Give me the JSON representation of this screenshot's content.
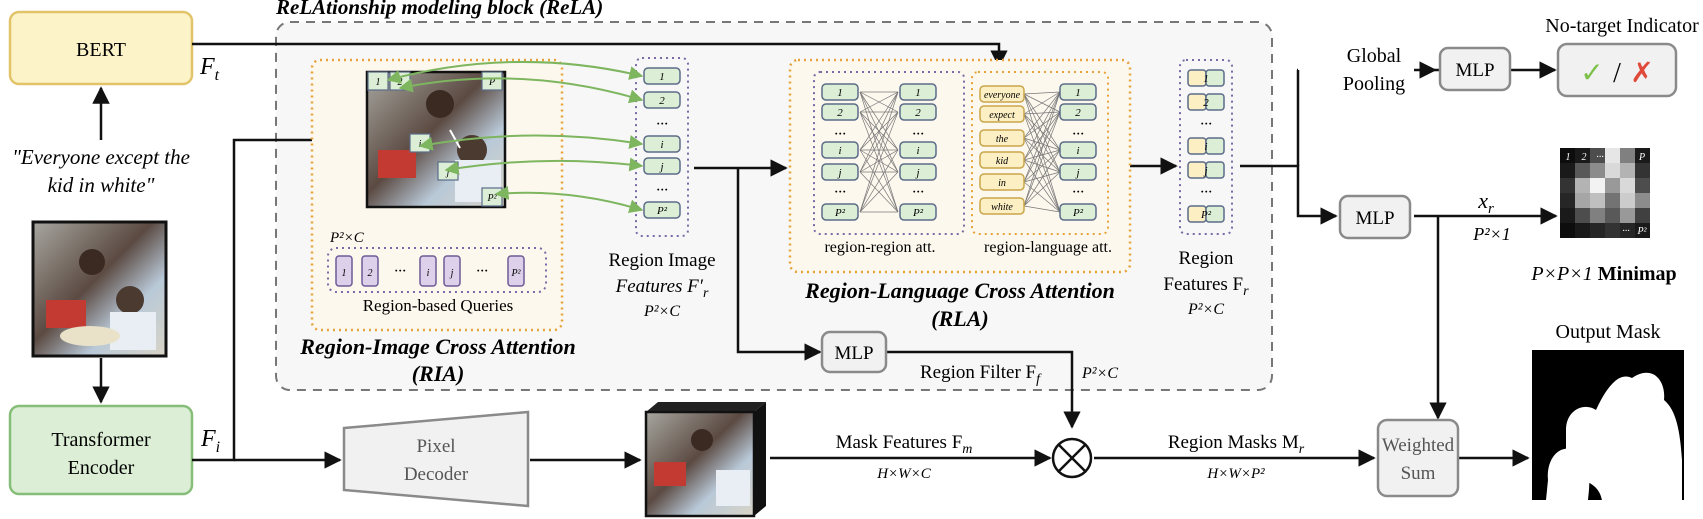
{
  "block_title": "ReLAtionship modeling block (ReLA)",
  "bert": {
    "label": "BERT",
    "output": "F",
    "output_sub": "t"
  },
  "query_text": {
    "line1": "\"Everyone except the",
    "line2": "kid in white\""
  },
  "encoder": {
    "line1": "Transformer",
    "line2": "Encoder",
    "output": "F",
    "output_sub": "i"
  },
  "pixel_decoder": {
    "line1": "Pixel",
    "line2": "Decoder"
  },
  "ria": {
    "title": "Region-Image Cross Attention",
    "abbr": "(RIA)",
    "queries_label": "Region-based Queries",
    "queries_shape": "P²×C",
    "queries": [
      "1",
      "2",
      "···",
      "i",
      "j",
      "···",
      "P²"
    ],
    "image_tags": [
      "1",
      "2",
      "P",
      "i",
      "j",
      "P²"
    ]
  },
  "region_image_features": {
    "line1": "Region Image",
    "line2": "Features F′",
    "sub": "r",
    "shape": "P²×C",
    "tokens": [
      "1",
      "2",
      "···",
      "i",
      "j",
      "···",
      "P²"
    ]
  },
  "rla": {
    "title": "Region-Language Cross Attention",
    "abbr": "(RLA)",
    "rr_label": "region-region att.",
    "rl_label": "region-language att.",
    "region_tokens": [
      "1",
      "2",
      "···",
      "i",
      "j",
      "···",
      "P²"
    ],
    "words": [
      "everyone",
      "expect",
      "the",
      "kid",
      "in",
      "white"
    ]
  },
  "region_features": {
    "line1": "Region",
    "line2": "Features F",
    "sub": "r",
    "shape": "P²×C",
    "tokens": [
      "1",
      "2",
      "···",
      "i",
      "j",
      "···",
      "P²"
    ]
  },
  "global_pooling": {
    "line1": "Global",
    "line2": "Pooling"
  },
  "mlp_label": "MLP",
  "no_target": {
    "title": "No-target Indicator",
    "check": "✓",
    "slash": "/",
    "cross": "✗"
  },
  "minimap": {
    "xr": "x",
    "xr_sub": "r",
    "shape": "P²×1",
    "caption_prefix": "P×P×1",
    "caption_bold": "Minimap",
    "tags": [
      "1",
      "2",
      "···",
      "P",
      "···",
      "P²"
    ],
    "cells": [
      0.05,
      0.1,
      0.3,
      0.9,
      0.5,
      0.1,
      0.1,
      0.35,
      0.55,
      0.85,
      0.7,
      0.2,
      0.2,
      0.7,
      0.95,
      0.6,
      0.85,
      0.3,
      0.15,
      0.65,
      0.75,
      0.45,
      0.8,
      0.55,
      0.1,
      0.3,
      0.5,
      0.35,
      0.6,
      0.25,
      0.05,
      0.1,
      0.15,
      0.2,
      0.15,
      0.1
    ]
  },
  "region_filter": {
    "label": "Region Filter F",
    "sub": "f",
    "shape": "P²×C"
  },
  "mask_features": {
    "label": "Mask Features F",
    "sub": "m",
    "shape": "H×W×C"
  },
  "region_masks": {
    "label": "Region Masks M",
    "sub": "r",
    "shape": "H×W×P²"
  },
  "weighted_sum": {
    "line1": "Weighted",
    "line2": "Sum"
  },
  "output_mask": {
    "title": "Output Mask"
  },
  "colors": {
    "bert_fill": "#fdf3c8",
    "bert_stroke": "#e1c46a",
    "encoder_fill": "#dcefd6",
    "encoder_stroke": "#86bd79",
    "token_green": "#dcefd6",
    "token_yellow": "#fcefc3",
    "query_purple": "#ddd0ea",
    "arc_green": "#7eb55f",
    "orange_dotted": "#e7a33b",
    "purple_dotted": "#7a6ba6",
    "gray_box": "#f1f1f1",
    "gray_stroke": "#8a8a8a"
  }
}
